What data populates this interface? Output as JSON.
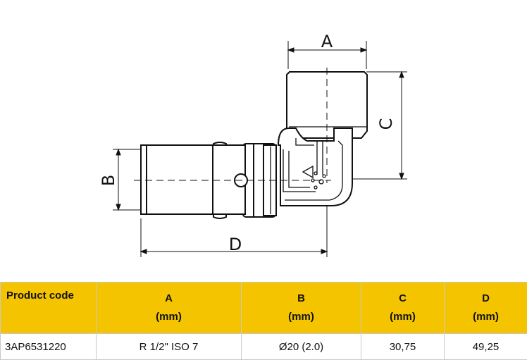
{
  "drawing": {
    "labels": {
      "a": "A",
      "b": "B",
      "c": "C",
      "d": "D"
    }
  },
  "table": {
    "headers": [
      {
        "name": "Product code",
        "unit": ""
      },
      {
        "name": "A",
        "unit": "(mm)"
      },
      {
        "name": "B",
        "unit": "(mm)"
      },
      {
        "name": "C",
        "unit": "(mm)"
      },
      {
        "name": "D",
        "unit": "(mm)"
      }
    ],
    "rows": [
      [
        "3AP6531220",
        "R 1/2\" ISO 7",
        "Ø20 (2.0)",
        "30,75",
        "49,25"
      ]
    ],
    "header_color": "#f5c400"
  }
}
